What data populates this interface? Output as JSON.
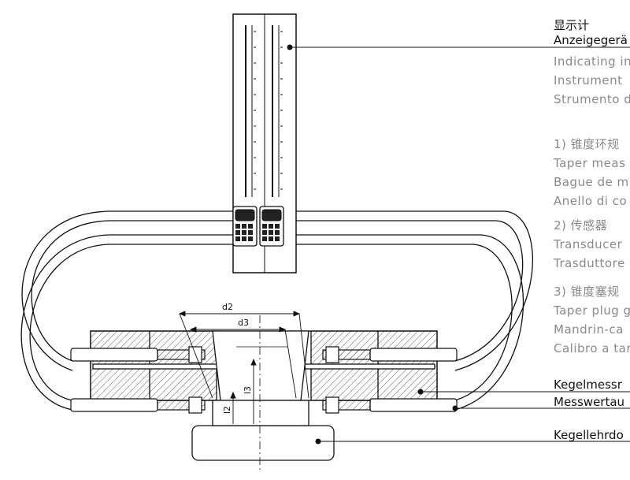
{
  "dimensions": {
    "d2": "d2",
    "d3": "d3",
    "l2": "l2",
    "l3": "l3"
  },
  "labels": {
    "indicator": {
      "zh": "显示计",
      "de": "Anzeigegerä",
      "en": "Indicating in",
      "en2": "Instrument",
      "it": "Strumento d"
    },
    "item1": {
      "zh": "1) 锥度环规",
      "en": "Taper meas",
      "fr": "Bague de m",
      "it": "Anello di co"
    },
    "item2": {
      "zh": "2) 传感器",
      "en": "Transducer",
      "it": "Trasduttore"
    },
    "item3": {
      "zh": "3) 锥度塞规",
      "en": "Taper plug g",
      "fr": "Mandrin-ca",
      "it": "Calibro a tar"
    },
    "callouts": {
      "ring": "Kegelmessr",
      "transducer": "Messwertau",
      "plug": "Kegellehrdo"
    }
  },
  "colors": {
    "stroke": "#111111",
    "hatch": "#555555",
    "label_grey": "#8a8a8a"
  }
}
